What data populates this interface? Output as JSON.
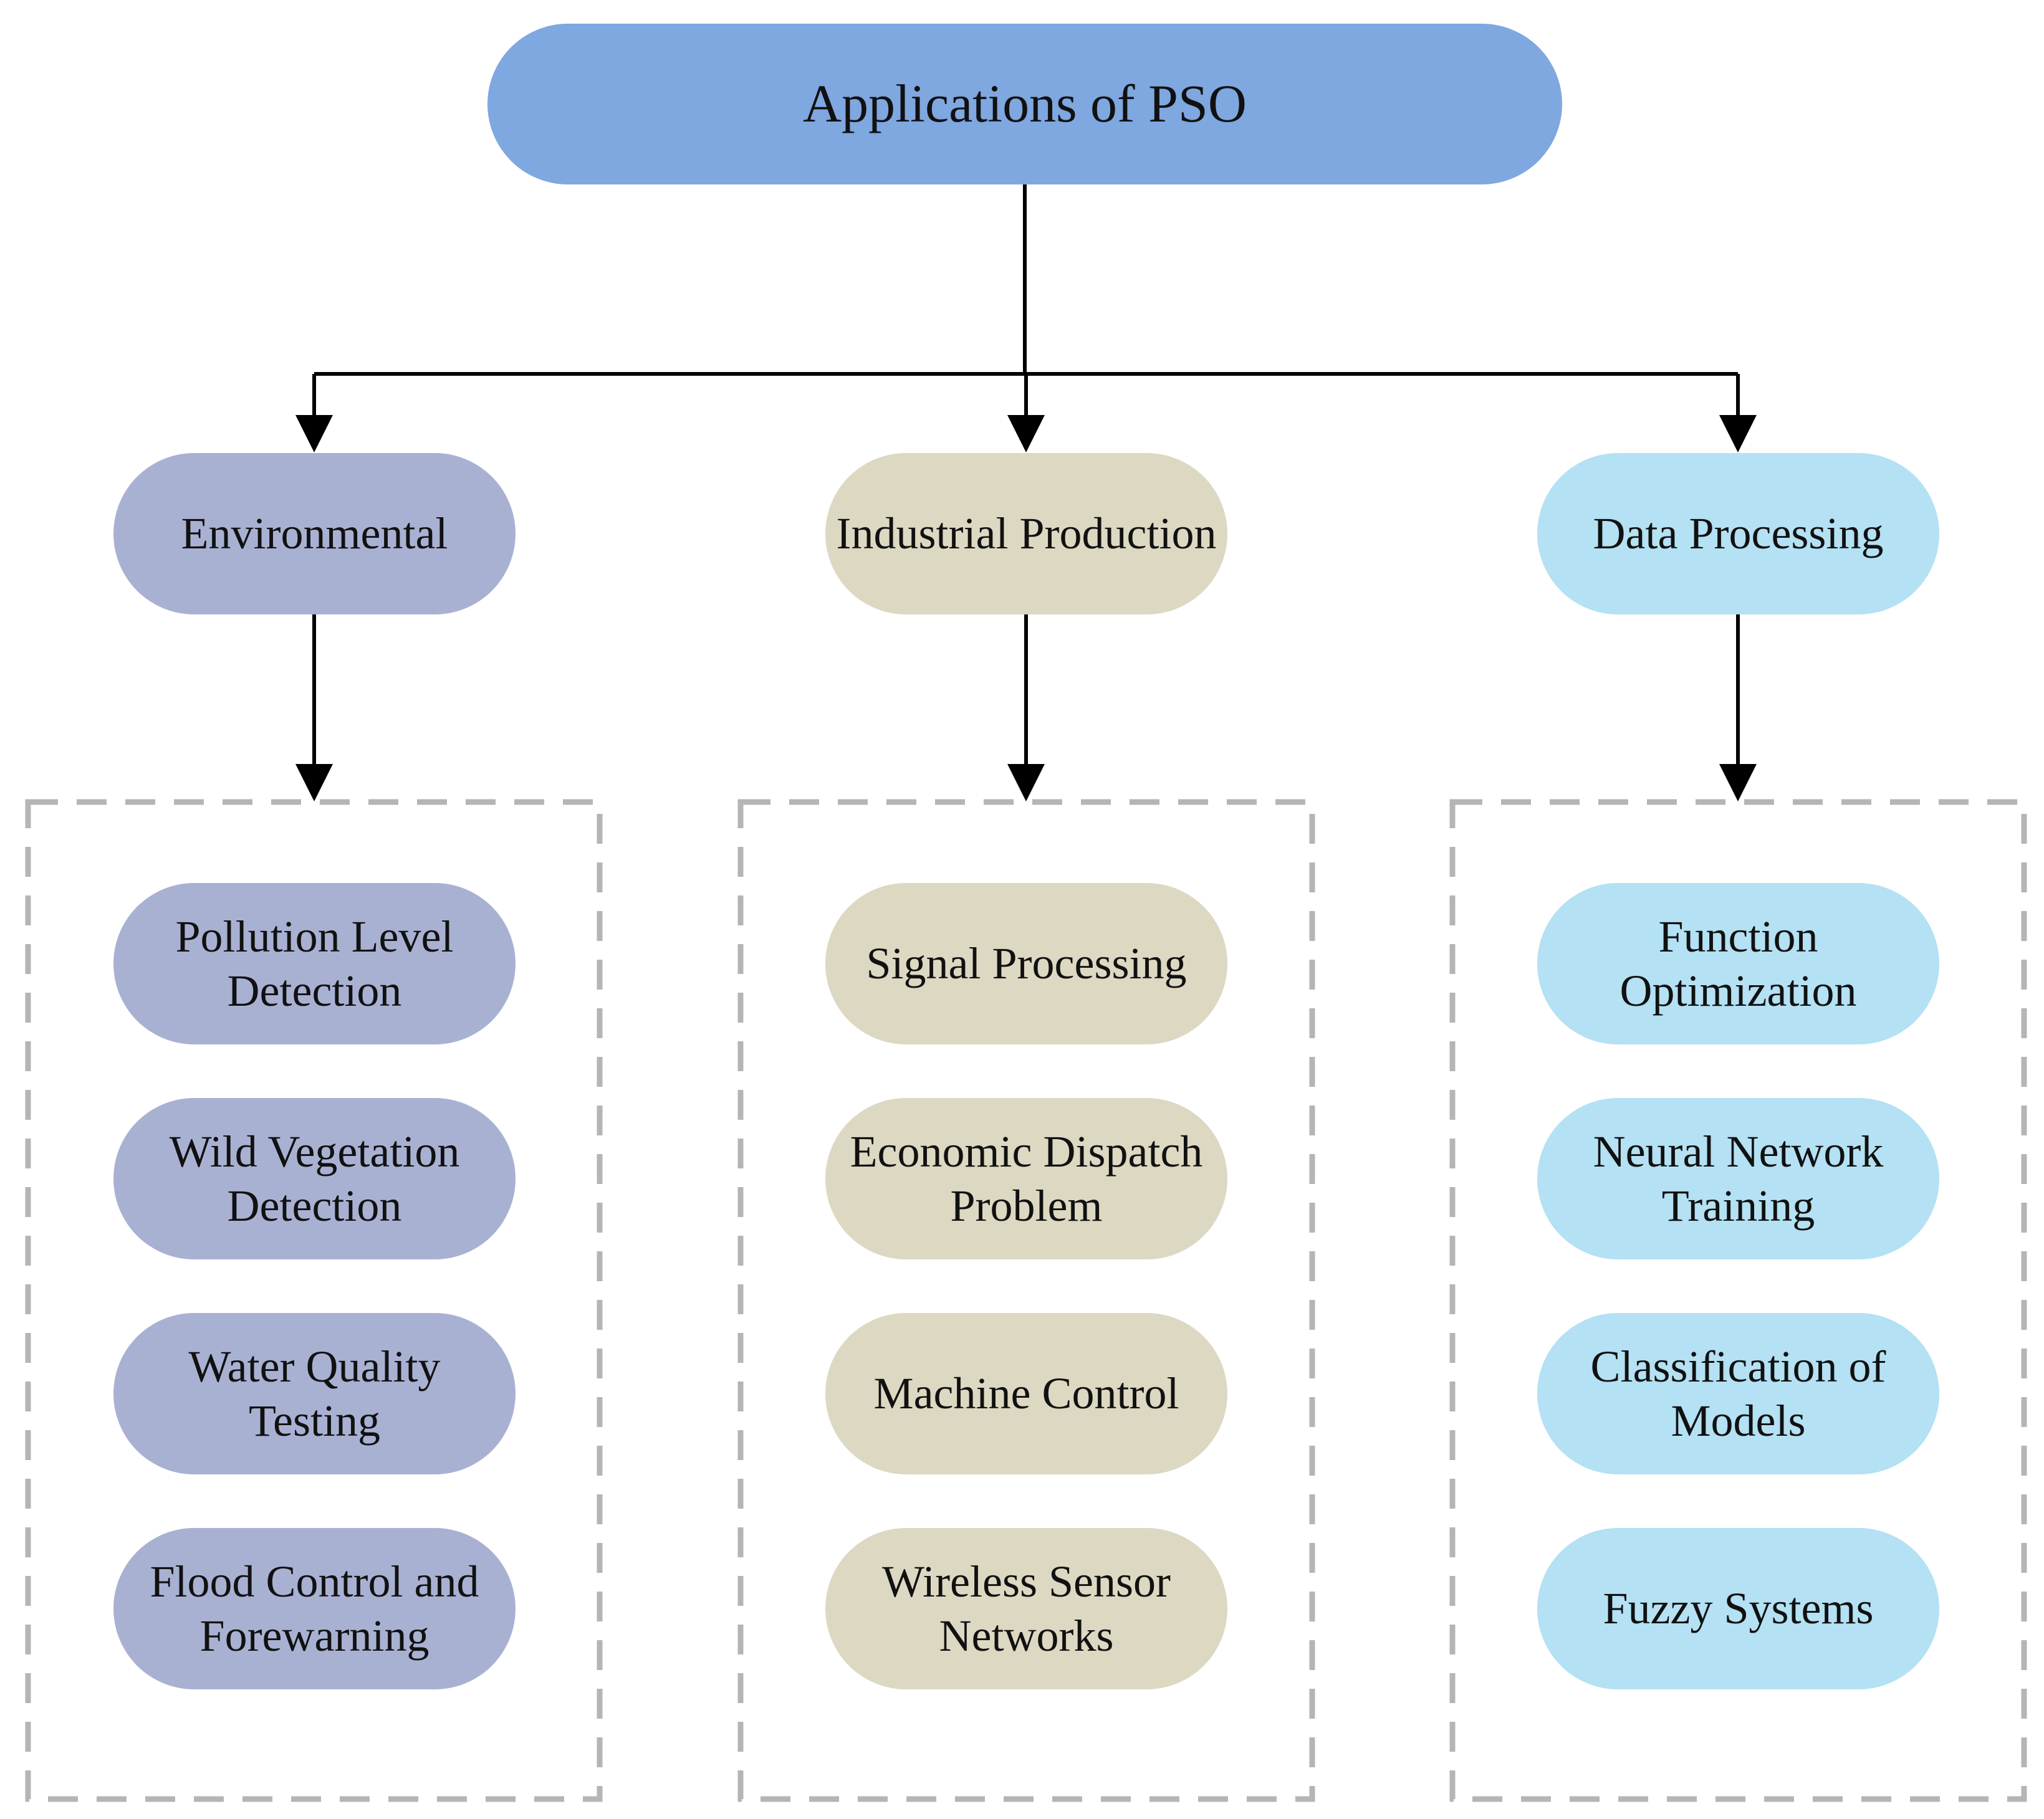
{
  "title": "Applications of PSO",
  "colors": {
    "root": "#7fa7e0",
    "environmental": "#a9b1d3",
    "industrial": "#dcd8c2",
    "data": "#b4e1f3",
    "connector": "#000000",
    "dashed_border": "#b5b5b5"
  },
  "categories": [
    {
      "label": "Environmental",
      "items": [
        "Pollution Level\nDetection",
        "Wild Vegetation\nDetection",
        "Water Quality\nTesting",
        "Flood Control and\nForewarning"
      ]
    },
    {
      "label": "Industrial Production",
      "items": [
        "Signal Processing",
        "Economic Dispatch\nProblem",
        "Machine Control",
        "Wireless Sensor\nNetworks"
      ]
    },
    {
      "label": "Data Processing",
      "items": [
        "Function\nOptimization",
        "Neural Network\nTraining",
        "Classification of\nModels",
        "Fuzzy Systems"
      ]
    }
  ]
}
